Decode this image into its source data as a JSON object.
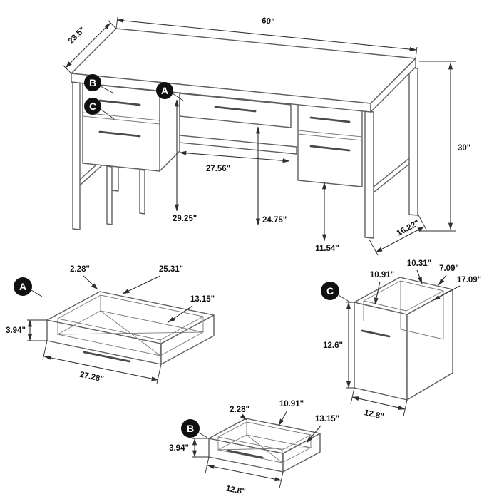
{
  "colors": {
    "line": "#5f5f5f",
    "dimension": "#2e2e2e",
    "text": "#111111",
    "marker_bg": "#101010",
    "marker_text": "#ffffff",
    "background": "#ffffff"
  },
  "desk": {
    "markers": {
      "a": "A",
      "b": "B",
      "c": "C"
    },
    "dims": {
      "width": "60\"",
      "depth": "23.5\"",
      "height": "30\"",
      "foot": "16.22\"",
      "kneehole": "27.56\"",
      "clear_left": "29.25\"",
      "clear_center": "24.75\"",
      "clear_right": "11.54\""
    }
  },
  "drawer_a": {
    "marker": "A",
    "dims": {
      "lip": "2.28\"",
      "inner_width": "25.31\"",
      "inner_depth": "13.15\"",
      "height": "3.94\"",
      "width": "27.28\""
    }
  },
  "drawer_b": {
    "marker": "B",
    "dims": {
      "lip": "2.28\"",
      "inner_width": "10.91\"",
      "inner_depth": "13.15\"",
      "height": "3.94\"",
      "width": "12.8\""
    }
  },
  "cabinet_c": {
    "marker": "C",
    "dims": {
      "opening": "10.91\"",
      "back": "10.31\"",
      "gap": "7.09\"",
      "depth": "17.09\"",
      "height": "12.6\"",
      "width": "12.8\""
    }
  }
}
